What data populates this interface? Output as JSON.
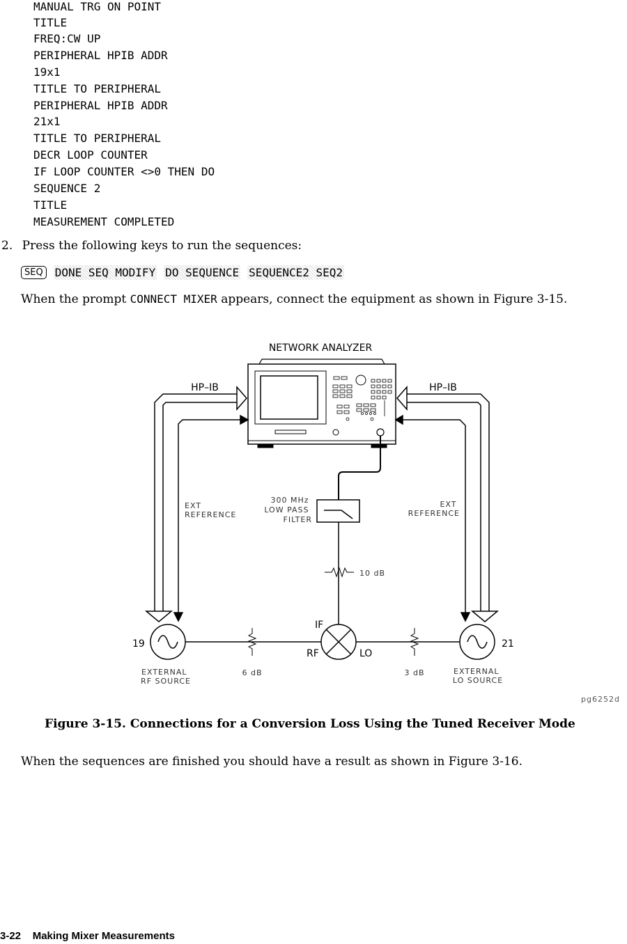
{
  "code_lines": [
    "MANUAL TRG ON POINT",
    "TITLE",
    "FREQ:CW UP",
    "PERIPHERAL HPIB ADDR",
    "19x1",
    "TITLE TO PERIPHERAL",
    "PERIPHERAL HPIB ADDR",
    "21x1",
    "TITLE TO PERIPHERAL",
    "DECR LOOP COUNTER",
    "IF LOOP COUNTER <>0 THEN DO",
    "SEQUENCE 2",
    "TITLE",
    "MEASUREMENT COMPLETED"
  ],
  "step2": {
    "number": "2.",
    "text": "Press the following keys to run the sequences:"
  },
  "keys": {
    "hard": "SEQ",
    "soft": [
      "DONE SEQ MODIFY",
      "DO SEQUENCE",
      "SEQUENCE2 SEQ2"
    ]
  },
  "prompt_para": {
    "before": "When the prompt ",
    "prompt": "CONNECT MIXER",
    "after": " appears, connect the equipment as shown in Figure 3-15."
  },
  "diagram": {
    "network_analyzer": "NETWORK ANALYZER",
    "hpib_left": "HP–IB",
    "hpib_right": "HP–IB",
    "ext_ref_left": [
      "EXT",
      "REFERENCE"
    ],
    "ext_ref_right": [
      "EXT",
      "REFERENCE"
    ],
    "filter_label": [
      "300 MHz",
      "LOW PASS",
      "FILTER"
    ],
    "atten_10": "10 dB",
    "mixer_if": "IF",
    "mixer_rf": "RF",
    "mixer_lo": "LO",
    "source_left_num": "19",
    "source_right_num": "21",
    "source_left_label": [
      "EXTERNAL",
      "RF SOURCE"
    ],
    "source_right_label": [
      "EXTERNAL",
      "LO SOURCE"
    ],
    "atten_6": "6 dB",
    "atten_3": "3 dB",
    "figure_id": "pg6252d"
  },
  "caption": "Figure 3-15. Connections for a Conversion Loss Using the Tuned Receiver Mode",
  "result_para": "When the sequences are finished you should have a result as shown in Figure 3-16.",
  "footer": {
    "page": "3-22",
    "section": "Making Mixer Measurements"
  }
}
